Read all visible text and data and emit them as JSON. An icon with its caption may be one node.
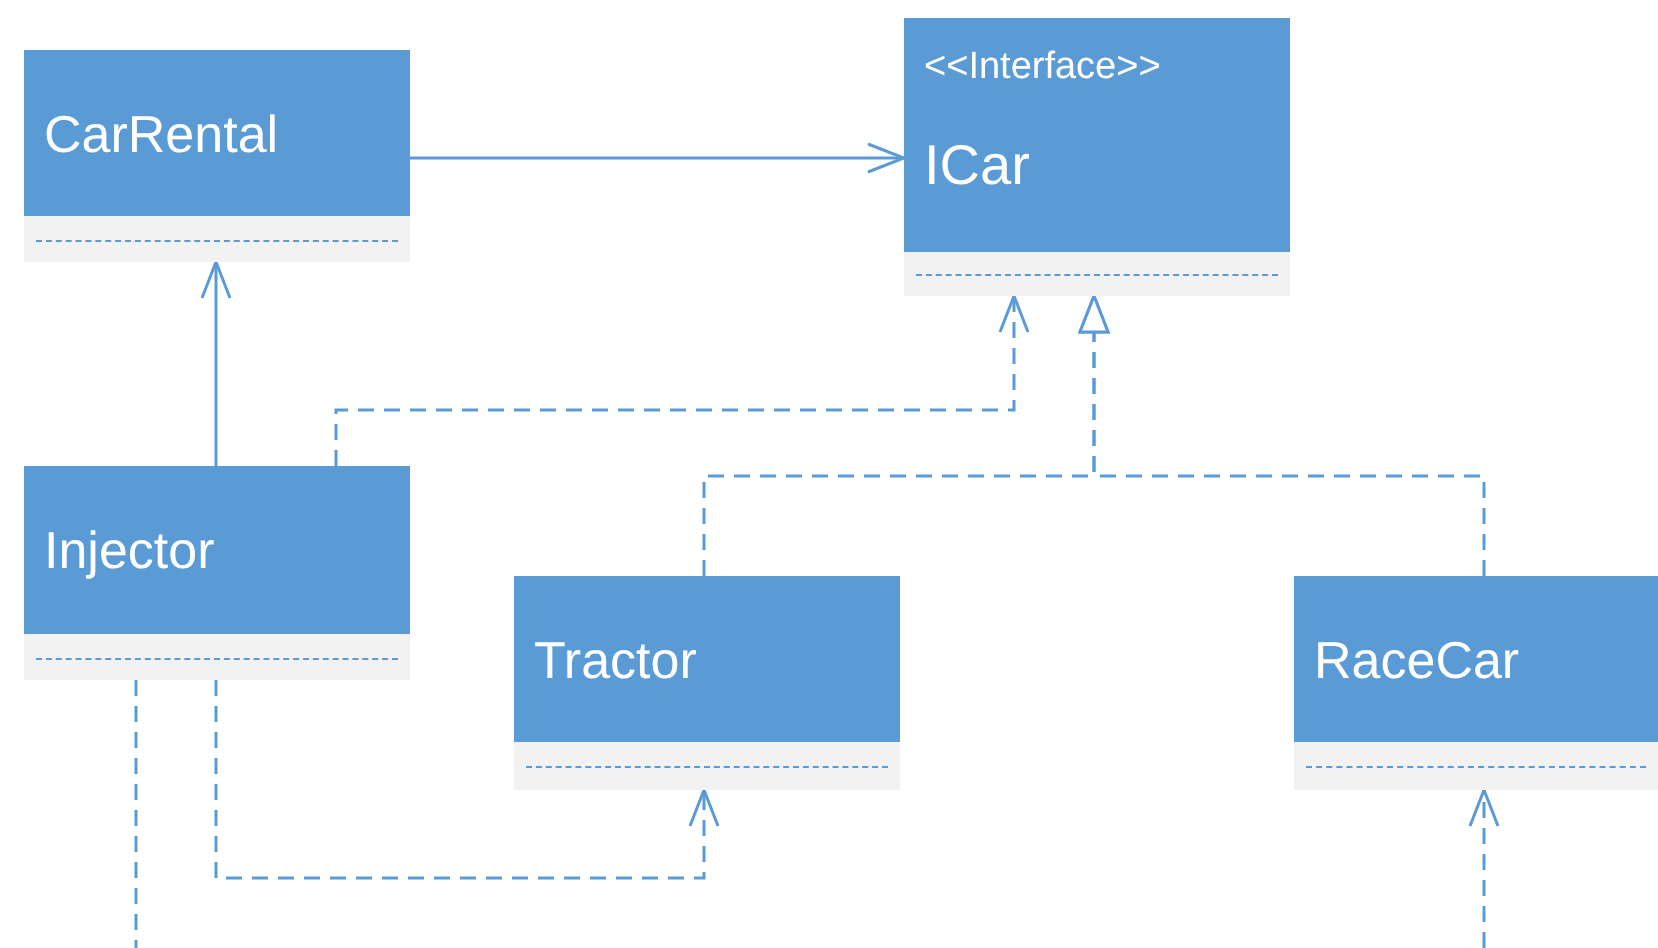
{
  "diagram": {
    "nodes": [
      {
        "text": [
          "CarRental"
        ]
      },
      {
        "text": [
          "<<Interface>>",
          "ICar"
        ]
      },
      {
        "text": [
          "Injector"
        ]
      },
      {
        "text": [
          "Tractor"
        ]
      },
      {
        "text": [
          "RaceCar"
        ]
      }
    ],
    "edges": [
      {
        "from": 0,
        "to": 1,
        "arrow": "to"
      },
      {
        "from": 2,
        "to": 0,
        "arrow": "to"
      },
      {
        "from": 2,
        "to": 1,
        "arrow": "to",
        "style": "dashed"
      },
      {
        "from": 3,
        "to": 1,
        "arrow": "to",
        "style": "dashed"
      },
      {
        "from": 4,
        "to": 1,
        "arrow": "to",
        "style": "dashed"
      },
      {
        "from": 2,
        "to": 3,
        "arrow": "to",
        "style": "dashed"
      },
      {
        "from": 2,
        "to": null,
        "arrow": "none",
        "style": "dashed"
      },
      {
        "from": null,
        "to": 4,
        "arrow": "to",
        "style": "dashed"
      }
    ]
  }
}
